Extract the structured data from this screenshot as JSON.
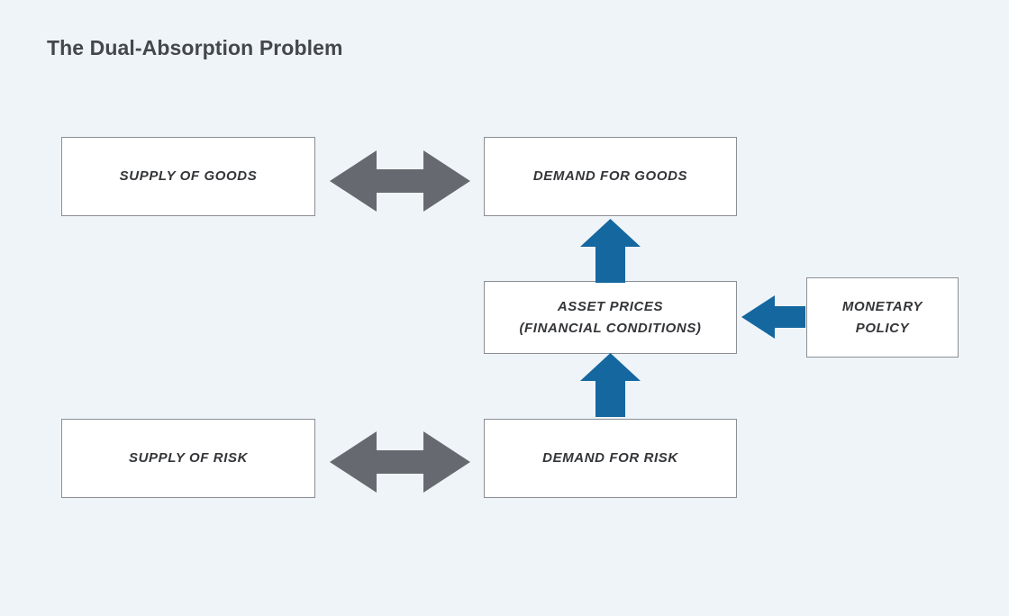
{
  "page": {
    "title": "The Dual-Absorption Problem",
    "background_color": "#eff4f9"
  },
  "colors": {
    "background": "#eff4f9",
    "box_fill": "#ffffff",
    "box_border": "#8b8f94",
    "text": "#333538",
    "title_text": "#44484d",
    "arrow_gray": "#666a70",
    "arrow_blue": "#14679f"
  },
  "diagram": {
    "type": "flow-diagram",
    "nodes": [
      {
        "id": "supply-of-goods",
        "label": "SUPPLY OF GOODS"
      },
      {
        "id": "demand-for-goods",
        "label": "DEMAND FOR GOODS"
      },
      {
        "id": "asset-prices",
        "label": "ASSET PRICES\n(FINANCIAL CONDITIONS)"
      },
      {
        "id": "monetary-policy",
        "label": "MONETARY\nPOLICY"
      },
      {
        "id": "supply-of-risk",
        "label": "SUPPLY OF RISK"
      },
      {
        "id": "demand-for-risk",
        "label": "DEMAND FOR RISK"
      }
    ],
    "edges": [
      {
        "id": "goods-market",
        "from": "supply-of-goods",
        "to": "demand-for-goods",
        "direction": "bidirectional",
        "color": "#666a70"
      },
      {
        "id": "risk-market",
        "from": "supply-of-risk",
        "to": "demand-for-risk",
        "direction": "bidirectional",
        "color": "#666a70"
      },
      {
        "id": "asset-to-goods",
        "from": "asset-prices",
        "to": "demand-for-goods",
        "direction": "up",
        "color": "#14679f"
      },
      {
        "id": "risk-to-asset",
        "from": "demand-for-risk",
        "to": "asset-prices",
        "direction": "up",
        "color": "#14679f"
      },
      {
        "id": "monetary-to-asset",
        "from": "monetary-policy",
        "to": "asset-prices",
        "direction": "left",
        "color": "#14679f"
      }
    ]
  }
}
